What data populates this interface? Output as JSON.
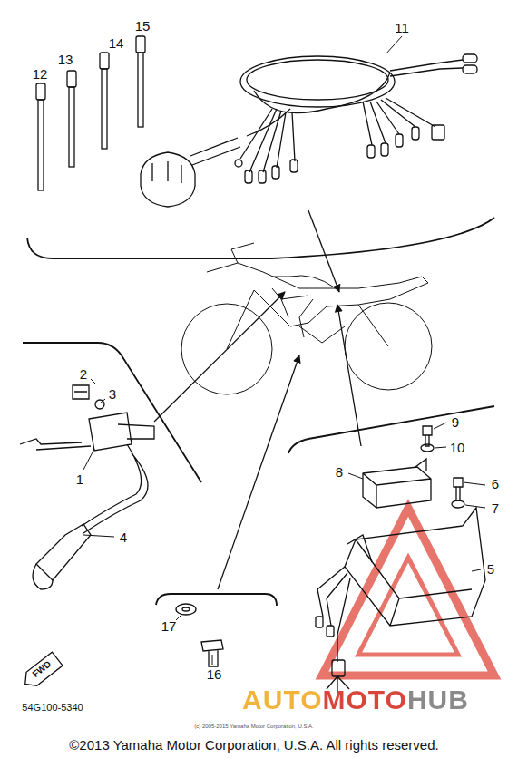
{
  "diagram": {
    "caption": "©2013 Yamaha Motor Corporation, U.S.A. All rights reserved.",
    "nodes": [
      {
        "text": [
          "FWD"
        ]
      }
    ],
    "edges": [],
    "labels": [
      "15",
      "14",
      "13",
      "12",
      "11",
      "2",
      "3",
      "1",
      "4",
      "9",
      "10",
      "8",
      "6",
      "7",
      "5",
      "17",
      "16",
      "54G100-5340",
      "AUTOMOTOHUB",
      "(c) 2005-2015 Yamaha Motor Corporation, U.S.A."
    ]
  }
}
